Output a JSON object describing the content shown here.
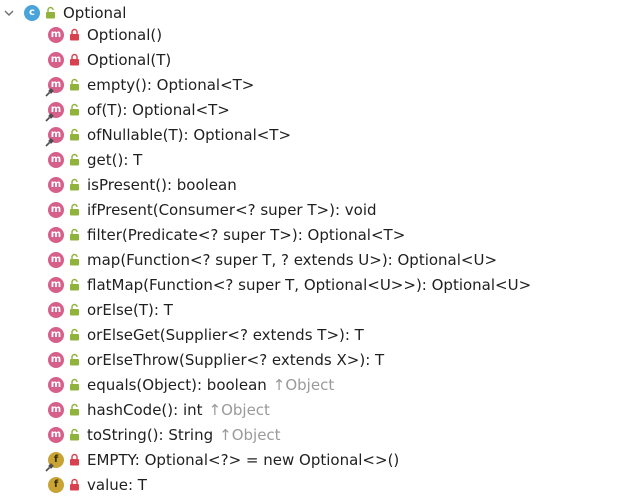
{
  "class_node": {
    "name": "Optional",
    "kind_letter": "c",
    "access": "public"
  },
  "members": [
    {
      "kind": "m",
      "static": false,
      "access": "private",
      "label": "Optional()",
      "inherited_from": ""
    },
    {
      "kind": "m",
      "static": false,
      "access": "private",
      "label": "Optional(T)",
      "inherited_from": ""
    },
    {
      "kind": "m",
      "static": true,
      "access": "public",
      "label": "empty(): Optional<T>",
      "inherited_from": ""
    },
    {
      "kind": "m",
      "static": true,
      "access": "public",
      "label": "of(T): Optional<T>",
      "inherited_from": ""
    },
    {
      "kind": "m",
      "static": true,
      "access": "public",
      "label": "ofNullable(T): Optional<T>",
      "inherited_from": ""
    },
    {
      "kind": "m",
      "static": false,
      "access": "public",
      "label": "get(): T",
      "inherited_from": ""
    },
    {
      "kind": "m",
      "static": false,
      "access": "public",
      "label": "isPresent(): boolean",
      "inherited_from": ""
    },
    {
      "kind": "m",
      "static": false,
      "access": "public",
      "label": "ifPresent(Consumer<? super T>): void",
      "inherited_from": ""
    },
    {
      "kind": "m",
      "static": false,
      "access": "public",
      "label": "filter(Predicate<? super T>): Optional<T>",
      "inherited_from": ""
    },
    {
      "kind": "m",
      "static": false,
      "access": "public",
      "label": "map(Function<? super T, ? extends U>): Optional<U>",
      "inherited_from": ""
    },
    {
      "kind": "m",
      "static": false,
      "access": "public",
      "label": "flatMap(Function<? super T, Optional<U>>): Optional<U>",
      "inherited_from": ""
    },
    {
      "kind": "m",
      "static": false,
      "access": "public",
      "label": "orElse(T): T",
      "inherited_from": ""
    },
    {
      "kind": "m",
      "static": false,
      "access": "public",
      "label": "orElseGet(Supplier<? extends T>): T",
      "inherited_from": ""
    },
    {
      "kind": "m",
      "static": false,
      "access": "public",
      "label": "orElseThrow(Supplier<? extends X>): T",
      "inherited_from": ""
    },
    {
      "kind": "m",
      "static": false,
      "access": "public",
      "label": "equals(Object): boolean",
      "inherited_from": "↑Object"
    },
    {
      "kind": "m",
      "static": false,
      "access": "public",
      "label": "hashCode(): int",
      "inherited_from": "↑Object"
    },
    {
      "kind": "m",
      "static": false,
      "access": "public",
      "label": "toString(): String",
      "inherited_from": "↑Object"
    },
    {
      "kind": "f",
      "static": true,
      "access": "private",
      "label": "EMPTY: Optional<?> = new Optional<>()",
      "inherited_from": ""
    },
    {
      "kind": "f",
      "static": false,
      "access": "private",
      "label": "value: T",
      "inherited_from": ""
    }
  ],
  "colors": {
    "method_icon": "#d7608a",
    "field_icon": "#c8a437",
    "class_icon": "#4aa4d9",
    "private_lock": "#d9414e",
    "public_lock": "#8fb33b",
    "inherited_text": "#9a9a9a"
  },
  "icons": {
    "expand": "chevron-down-icon",
    "class": "class-icon",
    "method": "method-icon",
    "field": "field-icon",
    "private": "lock-closed-icon",
    "public": "lock-open-icon",
    "static": "static-pin-icon"
  }
}
